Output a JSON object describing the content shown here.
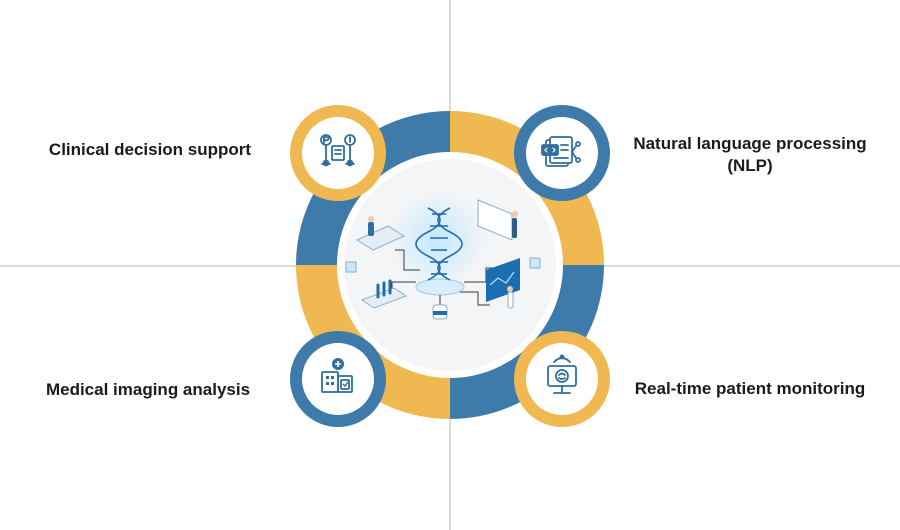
{
  "colors": {
    "blue": "#3e7bab",
    "yellow": "#efb851",
    "divider": "#cfcfcf",
    "icon": "#2f6f9e",
    "text": "#1b1b1b"
  },
  "features": [
    {
      "label": "Clinical decision support",
      "icon": "decision-flow-icon",
      "ring": "yellow"
    },
    {
      "label": "Natural language processing (NLP)",
      "icon": "code-document-icon",
      "ring": "blue"
    },
    {
      "label": "Medical imaging analysis",
      "icon": "hospital-building-icon",
      "ring": "blue"
    },
    {
      "label": "Real-time patient monitoring",
      "icon": "monitor-brain-icon",
      "ring": "yellow"
    }
  ],
  "center": {
    "illustration": "dna-healthcare-illustration"
  }
}
